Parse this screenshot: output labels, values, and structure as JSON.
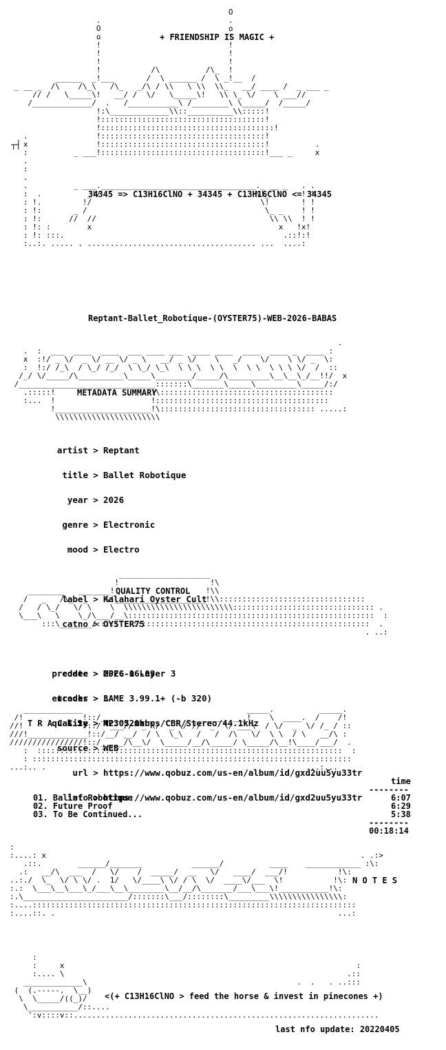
{
  "header": {
    "banner": "+ FRIENDSHIP IS MAGIC +",
    "equation": "34345 => C13H16ClNO + 34345 + C13H16ClNO <= 34345"
  },
  "release_name": "Reptant-Ballet_Robotique-(OYSTER75)-WEB-2026-BABAS",
  "sections": {
    "metadata": "METADATA SUMMARY",
    "quality": "QUALITY CONTROL",
    "tracks": "T R A C K S",
    "notes": "N O T E S"
  },
  "metadata": {
    "groups": [
      [
        {
          "key": "artist",
          "value": "Reptant"
        },
        {
          "key": "title",
          "value": "Ballet Robotique"
        },
        {
          "key": "year",
          "value": "2026"
        },
        {
          "key": "genre",
          "value": "Electronic"
        },
        {
          "key": "mood",
          "value": "Electro"
        }
      ],
      [
        {
          "key": "label",
          "value": "Kalahari Oyster Cult"
        },
        {
          "key": "catno",
          "value": "OYSTER75"
        }
      ],
      [
        {
          "key": "predate",
          "value": "2026-06-03"
        },
        {
          "key": "tracks",
          "value": "3"
        },
        {
          "key": "size",
          "value": "42.05 mb"
        }
      ],
      [
        {
          "key": "url",
          "value": "https://www.qobuz.com/us-en/album/id/gxd2uu5yu33tr"
        },
        {
          "key": "info",
          "value": "https://www.qobuz.com/us-en/album/id/gxd2uu5yu33tr"
        }
      ]
    ],
    "separator": ">"
  },
  "quality": [
    {
      "key": "codec",
      "value": "MPEG 1 Layer 3"
    },
    {
      "key": "encoder",
      "value": "LAME 3.99.1+ (-b 320)"
    },
    {
      "key": "quality",
      "value": "MP3 320kbps/CBR/Stereo/44.1kHz"
    },
    {
      "key": "source",
      "value": "WEB"
    }
  ],
  "tracklist": {
    "time_header": "time",
    "rule": "--------",
    "tracks": [
      {
        "num": "01.",
        "title": "Ballet Robotique",
        "time": "6:07"
      },
      {
        "num": "02.",
        "title": "Future Proof",
        "time": "6:29"
      },
      {
        "num": "03.",
        "title": "To Be Continued...",
        "time": "5:38"
      }
    ],
    "total": "00:18:14"
  },
  "footer": {
    "note": "<(+ C13H16ClNO > feed the horse & invest in pinecones +)",
    "last_update": "last nfo update: 20220405"
  }
}
